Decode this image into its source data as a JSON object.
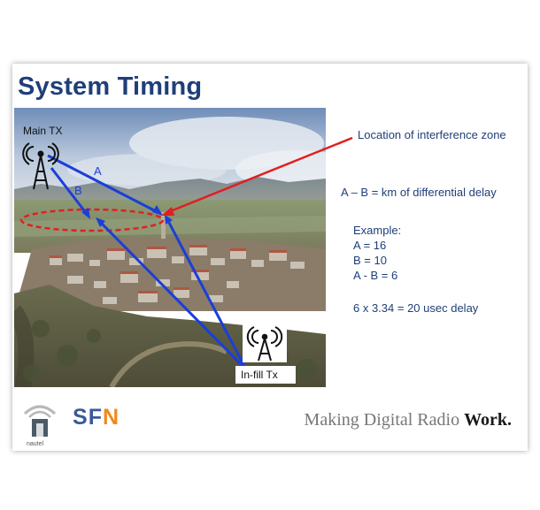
{
  "slide": {
    "title": "System Timing"
  },
  "diagram": {
    "main_tx_label": "Main TX",
    "infill_tx_label": "In-fill Tx",
    "path_a_label": "A",
    "path_b_label": "B",
    "colors": {
      "path": "#1a3fd8",
      "interference": "#e02020",
      "title": "#1f3f78"
    },
    "icons": [
      "antenna-tower-icon",
      "antenna-tower-icon"
    ]
  },
  "annotations": {
    "interference_label": "Location of interference zone",
    "formula": "A – B = km of differential delay",
    "example_title": "Example:",
    "example_lines": [
      "A = 16",
      "B = 10",
      "A - B = 6"
    ],
    "delay_calc": "6 x 3.34 = 20 usec delay"
  },
  "footer": {
    "logo_caption": "nautel",
    "sfn_s": "S",
    "sfn_f": "F",
    "sfn_n": "N",
    "tagline_main": "Making Digital Radio ",
    "tagline_bold": "Work."
  }
}
